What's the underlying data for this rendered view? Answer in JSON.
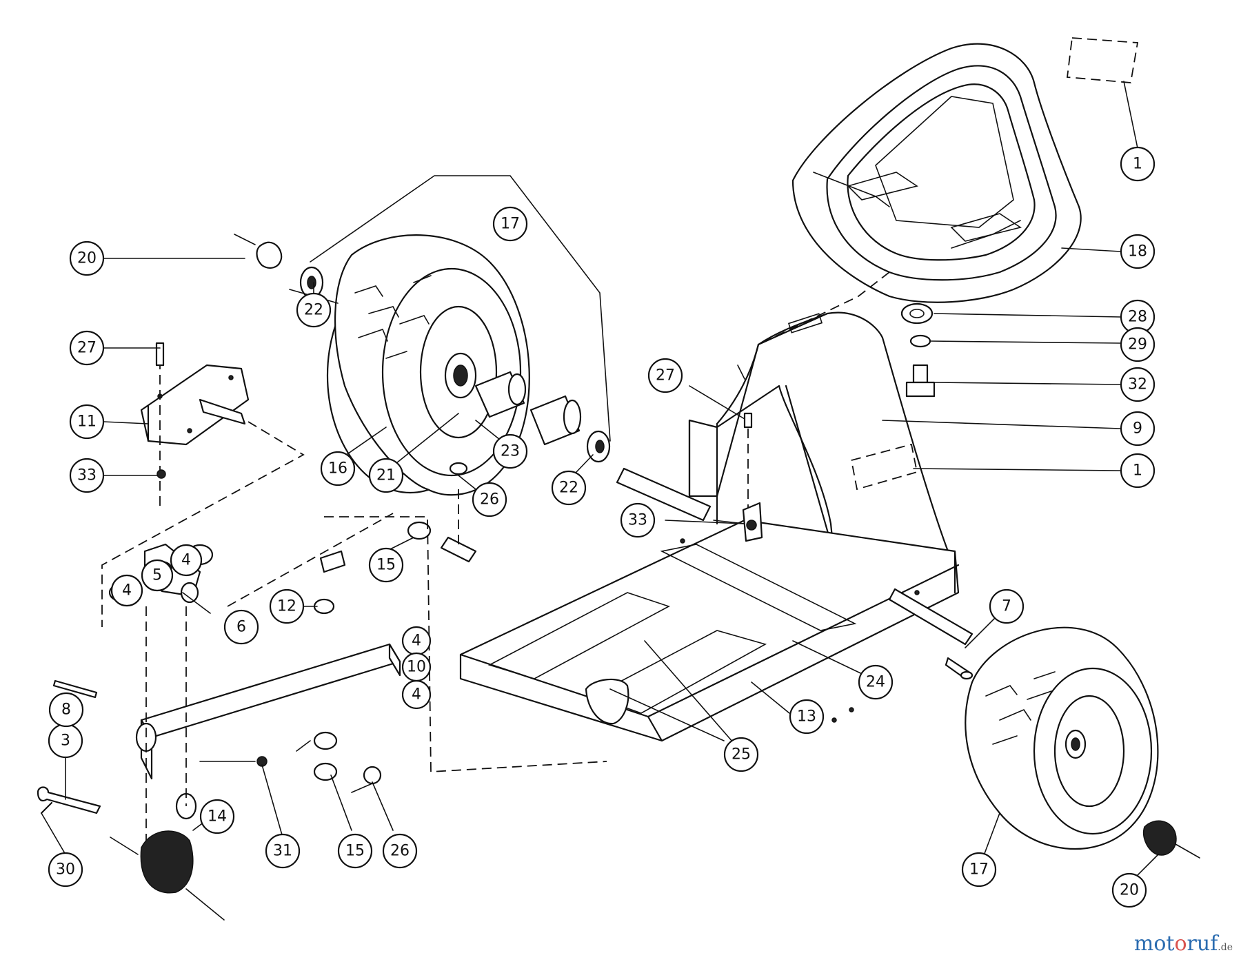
{
  "callouts": [
    {
      "id": "c1a",
      "label": "1"
    },
    {
      "id": "c1b",
      "label": "1"
    },
    {
      "id": "c3",
      "label": "3"
    },
    {
      "id": "c4a",
      "label": "4"
    },
    {
      "id": "c4b",
      "label": "4"
    },
    {
      "id": "c4c",
      "label": "4"
    },
    {
      "id": "c4d",
      "label": "4"
    },
    {
      "id": "c5",
      "label": "5"
    },
    {
      "id": "c6",
      "label": "6"
    },
    {
      "id": "c7",
      "label": "7"
    },
    {
      "id": "c8",
      "label": "8"
    },
    {
      "id": "c9",
      "label": "9"
    },
    {
      "id": "c10",
      "label": "10"
    },
    {
      "id": "c11",
      "label": "11"
    },
    {
      "id": "c12",
      "label": "12"
    },
    {
      "id": "c13",
      "label": "13"
    },
    {
      "id": "c14",
      "label": "14"
    },
    {
      "id": "c15a",
      "label": "15"
    },
    {
      "id": "c15b",
      "label": "15"
    },
    {
      "id": "c16",
      "label": "16"
    },
    {
      "id": "c17a",
      "label": "17"
    },
    {
      "id": "c17b",
      "label": "17"
    },
    {
      "id": "c18",
      "label": "18"
    },
    {
      "id": "c20a",
      "label": "20"
    },
    {
      "id": "c20b",
      "label": "20"
    },
    {
      "id": "c21",
      "label": "21"
    },
    {
      "id": "c22a",
      "label": "22"
    },
    {
      "id": "c22b",
      "label": "22"
    },
    {
      "id": "c23",
      "label": "23"
    },
    {
      "id": "c24",
      "label": "24"
    },
    {
      "id": "c25",
      "label": "25"
    },
    {
      "id": "c26a",
      "label": "26"
    },
    {
      "id": "c26b",
      "label": "26"
    },
    {
      "id": "c27a",
      "label": "27"
    },
    {
      "id": "c27b",
      "label": "27"
    },
    {
      "id": "c28",
      "label": "28"
    },
    {
      "id": "c29",
      "label": "29"
    },
    {
      "id": "c30",
      "label": "30"
    },
    {
      "id": "c31",
      "label": "31"
    },
    {
      "id": "c32",
      "label": "32"
    },
    {
      "id": "c33a",
      "label": "33"
    },
    {
      "id": "c33b",
      "label": "33"
    }
  ],
  "watermark": {
    "part1": "mot",
    "part2": "o",
    "part3": "ruf",
    "tld": ".de"
  }
}
